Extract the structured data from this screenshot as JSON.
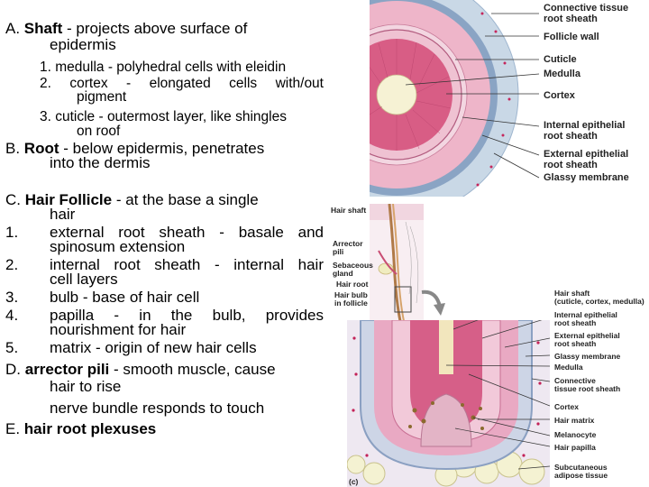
{
  "outline": {
    "A_letter": "A.",
    "A_term": "Shaft",
    "A_rest_line1": " - projects above surface of",
    "A_rest_line2": "epidermis",
    "A_items": [
      "1. medulla - polyhedral cells with eleidin",
      "2. cortex - elongated cells with/out",
      "pigment",
      "3. cuticle - outermost layer, like shingles",
      "on roof"
    ],
    "B_letter": "B.",
    "B_term": "Root",
    "B_rest_line1": " - below epidermis, penetrates",
    "B_rest_line2": "into the dermis",
    "C_letter": "C.",
    "C_term": "Hair Follicle",
    "C_rest_line1": " - at the base  a single",
    "C_rest_line2": "hair",
    "C_items": [
      {
        "num": "1.",
        "l1": "external root sheath - basale and",
        "l2": "spinosum extension"
      },
      {
        "num": "2.",
        "l1": "internal root sheath - internal hair",
        "l2": "cell layers"
      },
      {
        "num": "3.",
        "l1": "bulb - base of hair cell",
        "l2": ""
      },
      {
        "num": "4.",
        "l1": "papilla - in the bulb, provides",
        "l2": "nourishment for hair"
      },
      {
        "num": "5.",
        "l1": "matrix - origin of new hair cells",
        "l2": ""
      }
    ],
    "D_letter": "D.",
    "D_term": "arrector pili",
    "D_rest_line1": " - smooth muscle, cause",
    "D_rest_line2": "hair to rise",
    "D_rest_line3": "nerve bundle responds to touch",
    "E_letter": "E.",
    "E_term": "hair root plexuses"
  },
  "cross_section_labels": [
    "Connective tissue\nroot sheath",
    "Follicle wall",
    "Cuticle",
    "Medulla",
    "Cortex",
    "Internal epithelial\nroot sheath",
    "External epithelial\nroot sheath",
    "Glassy membrane"
  ],
  "skin_labels": {
    "hair_shaft": "Hair shaft",
    "arrector_pili": "Arrector\npili",
    "sebaceous_gland": "Sebaceous\ngland",
    "hair_root": "Hair root",
    "hair_bulb": "Hair bulb\nin follicle"
  },
  "bulb_labels": [
    "Hair shaft\n(cuticle, cortex, medulla)",
    "Internal epithelial\nroot sheath",
    "External epithelial\nroot sheath",
    "Glassy membrane",
    "Medulla",
    "Connective\ntissue root sheath",
    "Cortex",
    "Hair matrix",
    "Melanocyte",
    "Hair papilla",
    "Subcutaneous\nadipose tissue"
  ],
  "panel_letter": "(c)",
  "colors": {
    "connective": "#b7c9dc",
    "glassy": "#7f9bbd",
    "epithelial": "#e9a9c0",
    "cortex": "#d4577f",
    "medulla": "#f4f0cc",
    "papilla": "#d9a0b7",
    "adipose": "#f3f1cf"
  }
}
